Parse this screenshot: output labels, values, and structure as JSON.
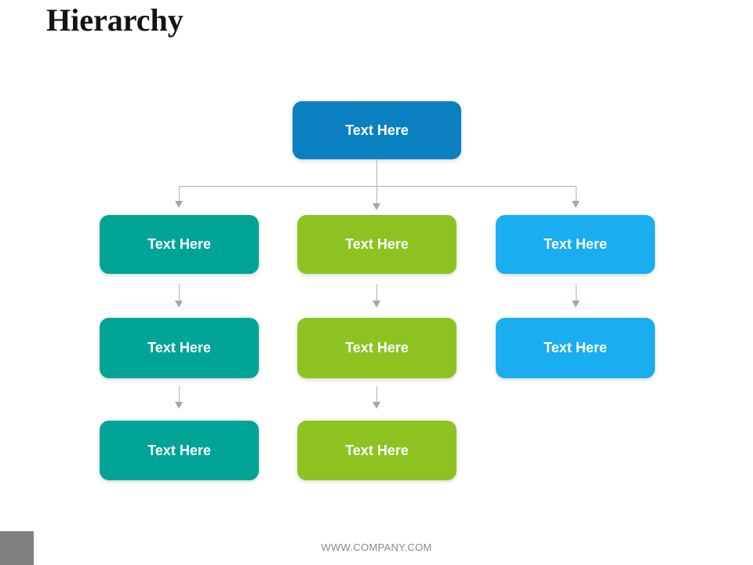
{
  "slide": {
    "title": "Hierarchy",
    "footer": "WWW.COMPANY.COM"
  },
  "colors": {
    "root_blue": "#0a80c1",
    "teal": "#00a496",
    "green": "#8cc320",
    "light_blue": "#1aadf0",
    "connector_line": "#b3b3b3",
    "arrowhead": "#a6a6a6",
    "footer_text": "#8a8a8a",
    "corner_square": "#7f7f7f",
    "title_text": "#141414",
    "node_text": "#ffffff",
    "background": "#ffffff"
  },
  "hierarchy": {
    "root": {
      "label": "Text Here",
      "color": "#0a80c1"
    },
    "columns": [
      {
        "name": "left",
        "color": "#00a496",
        "nodes": [
          {
            "label": "Text Here"
          },
          {
            "label": "Text Here"
          },
          {
            "label": "Text Here"
          }
        ]
      },
      {
        "name": "center",
        "color": "#8cc320",
        "nodes": [
          {
            "label": "Text Here"
          },
          {
            "label": "Text Here"
          },
          {
            "label": "Text Here"
          }
        ]
      },
      {
        "name": "right",
        "color": "#1aadf0",
        "nodes": [
          {
            "label": "Text Here"
          },
          {
            "label": "Text Here"
          }
        ]
      }
    ]
  }
}
